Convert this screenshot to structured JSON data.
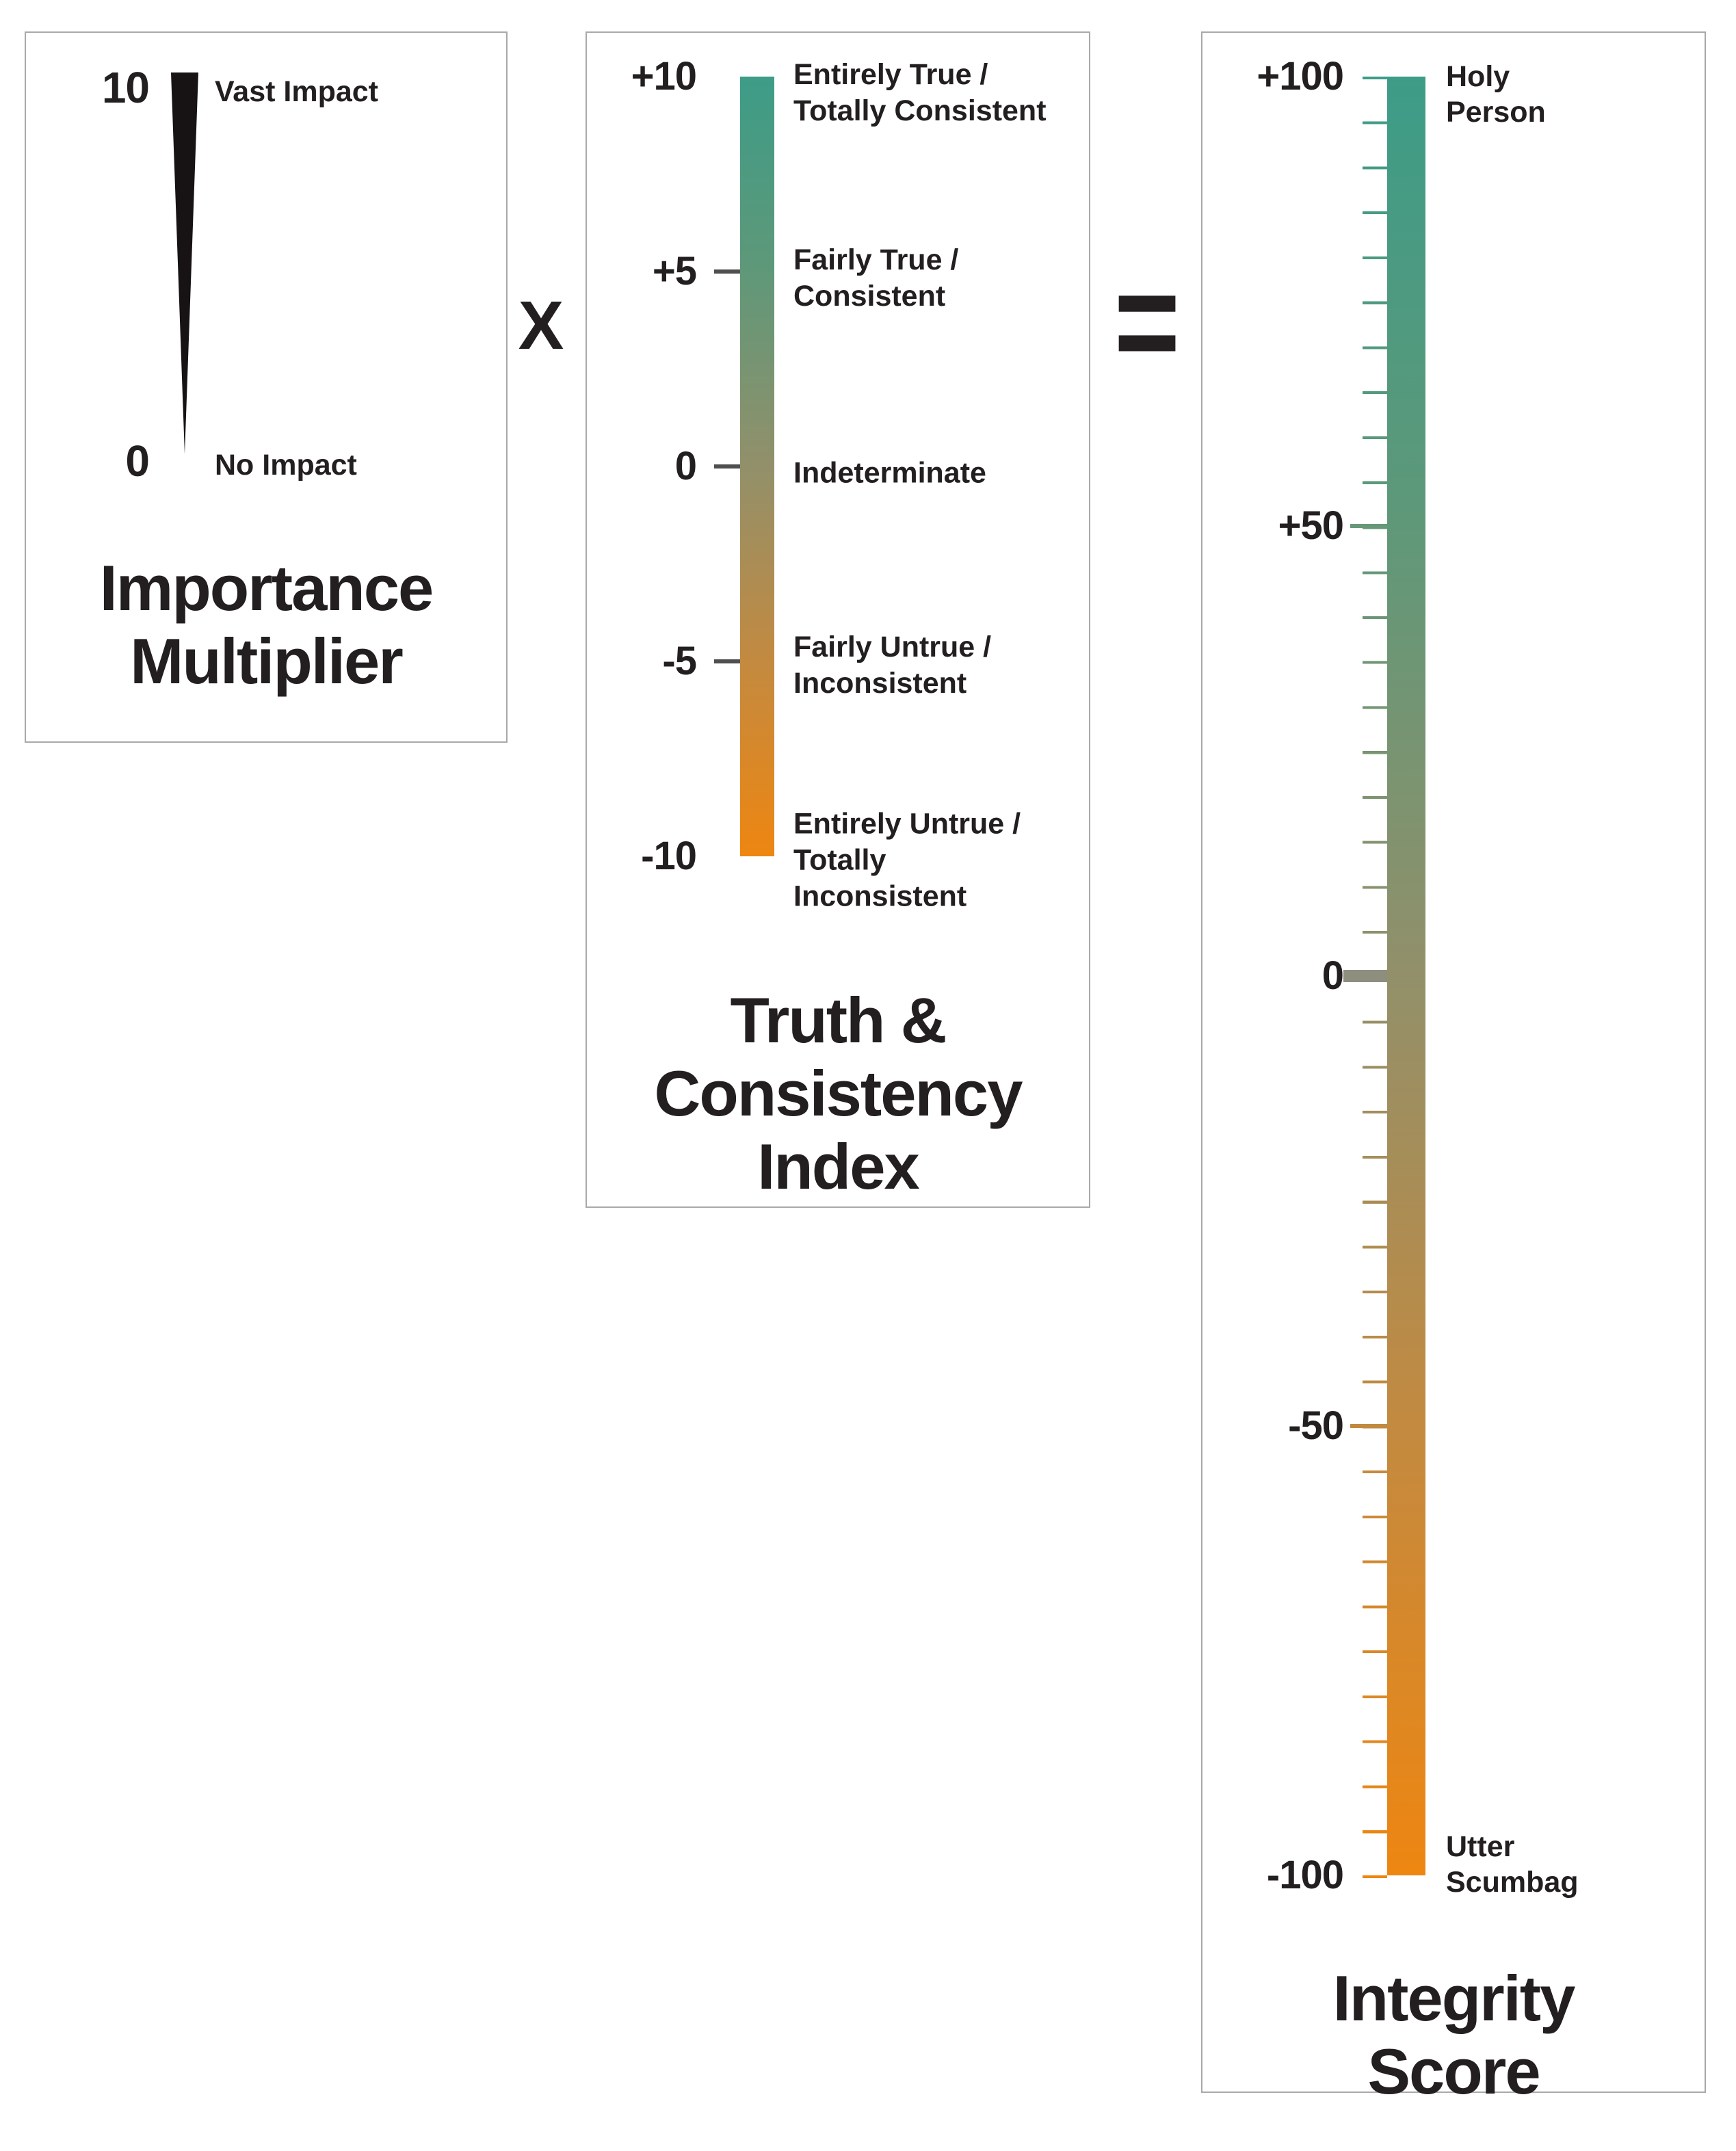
{
  "formula": {
    "multiply_symbol": "X",
    "equals_symbol": "="
  },
  "importance_multiplier": {
    "title": "Importance\nMultiplier",
    "max_value": "10",
    "max_label": "Vast Impact",
    "min_value": "0",
    "min_label": "No Impact"
  },
  "truth_consistency_index": {
    "title": "Truth &\nConsistency\nIndex",
    "scale": [
      {
        "value": "+10",
        "label": "Entirely True /\nTotally Consistent"
      },
      {
        "value": "+5",
        "label": "Fairly True /\nConsistent"
      },
      {
        "value": "0",
        "label": "Indeterminate"
      },
      {
        "value": "-5",
        "label": "Fairly Untrue /\nInconsistent"
      },
      {
        "value": "-10",
        "label": "Entirely Untrue /\nTotally\nInconsistent"
      }
    ]
  },
  "integrity_score": {
    "title": "Integrity\nScore",
    "scale_values": [
      "+100",
      "+50",
      "0",
      "-50",
      "-100"
    ],
    "top_label": "Holy\nPerson",
    "bottom_label": "Utter\nScumbag"
  },
  "colors": {
    "gradient_top": "#3d9c87",
    "gradient_mid": "#92906a",
    "gradient_bottom": "#ee8611",
    "text": "#231f20",
    "panel_border": "#a9a9a9",
    "zero_marker": "#8e8e7e"
  }
}
